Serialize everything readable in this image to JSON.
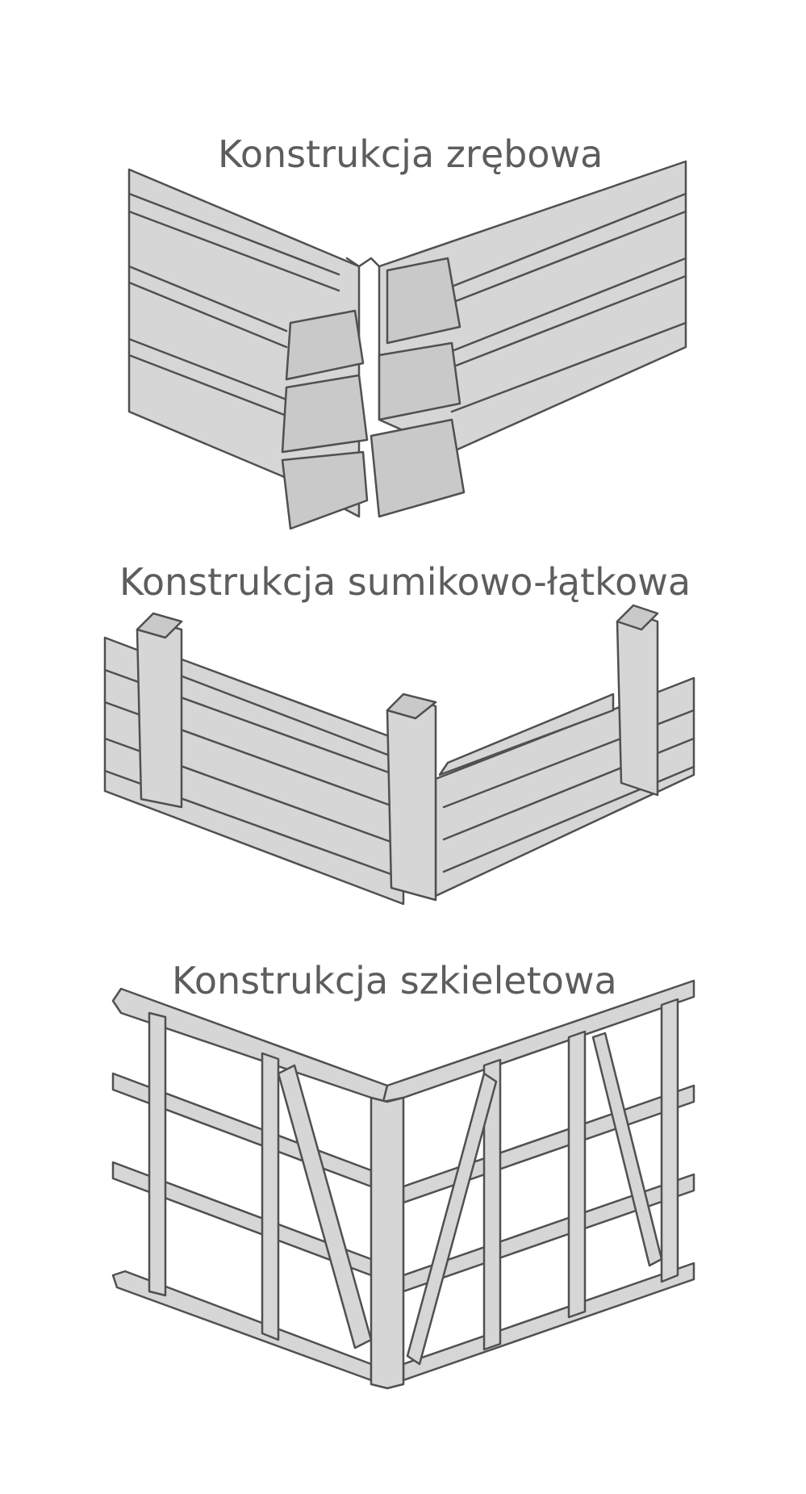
{
  "labels": {
    "log": "Konstrukcja zrębowa",
    "post_and_plank": "Konstrukcja sumikowo-łątkowa",
    "frame": "Konstrukcja szkieletowa"
  },
  "colors": {
    "wood_fill": "#d6d6d6",
    "outline": "#505050",
    "text": "#5d5d5d"
  }
}
